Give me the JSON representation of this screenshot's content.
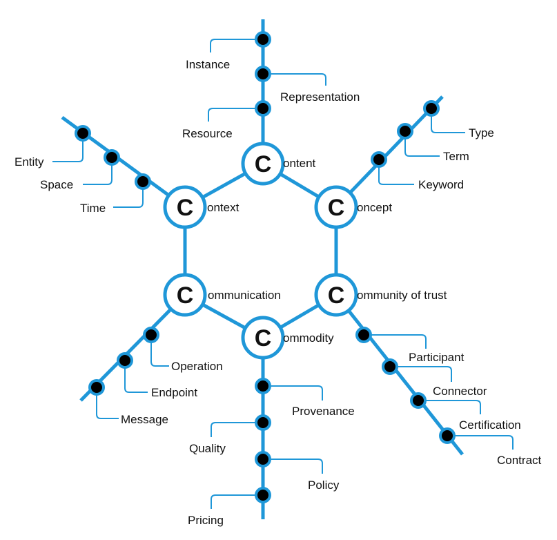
{
  "hubs": [
    {
      "id": "content",
      "letter": "C",
      "text": "ontent"
    },
    {
      "id": "concept",
      "letter": "C",
      "text": "oncept"
    },
    {
      "id": "community",
      "letter": "C",
      "text": "ommunity of trust"
    },
    {
      "id": "commodity",
      "letter": "C",
      "text": "ommodity"
    },
    {
      "id": "communication",
      "letter": "C",
      "text": "ommunication"
    },
    {
      "id": "context",
      "letter": "C",
      "text": "ontext"
    }
  ],
  "branches": {
    "content": [
      "Resource",
      "Representation",
      "Instance"
    ],
    "concept": [
      "Keyword",
      "Term",
      "Type"
    ],
    "community": [
      "Participant",
      "Connector",
      "Certification",
      "Contract"
    ],
    "commodity": [
      "Provenance",
      "Quality",
      "Policy",
      "Pricing"
    ],
    "communication": [
      "Operation",
      "Endpoint",
      "Message"
    ],
    "context": [
      "Time",
      "Space",
      "Entity"
    ]
  },
  "colors": {
    "accent": "#1f97d8",
    "node": "#000000",
    "text": "#111111"
  }
}
